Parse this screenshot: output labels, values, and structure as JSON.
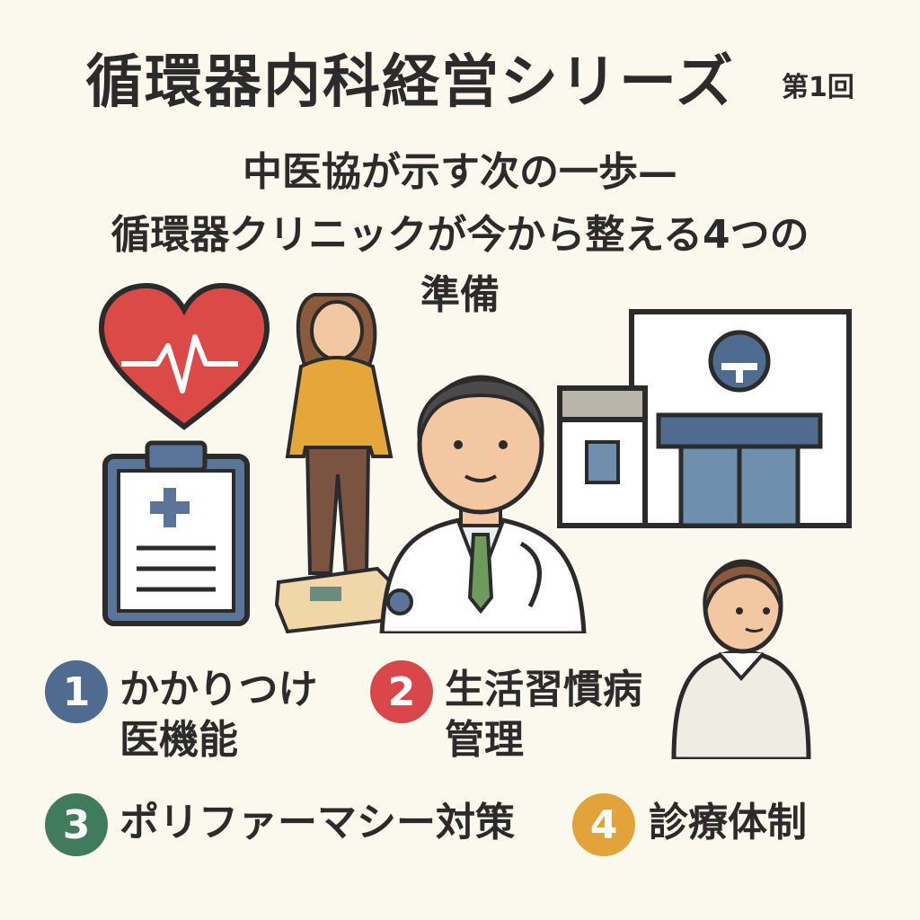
{
  "header": {
    "title": "循環器内科経営シリーズ",
    "episode": "第1回"
  },
  "subtitle": {
    "line1": "中医協が示す次の一歩—",
    "line2": "循環器クリニックが今から整える4つの",
    "line3": "準備"
  },
  "items": [
    {
      "number": "1",
      "line1": "かかりつけ",
      "line2": "医機能",
      "color": "#4f6b8f"
    },
    {
      "number": "2",
      "line1": "生活習慣病",
      "line2": "管理",
      "color": "#d9474a"
    },
    {
      "number": "3",
      "line1": "ポリファーマシー対策",
      "color": "#3f7b5c"
    },
    {
      "number": "4",
      "line1": "診療体制",
      "color": "#e1a33a"
    }
  ],
  "icons": [
    "heart-pulse-icon",
    "clipboard-icon",
    "patient-on-scale-illustration",
    "doctor-illustration",
    "clinic-building-illustration",
    "nurse-illustration"
  ]
}
